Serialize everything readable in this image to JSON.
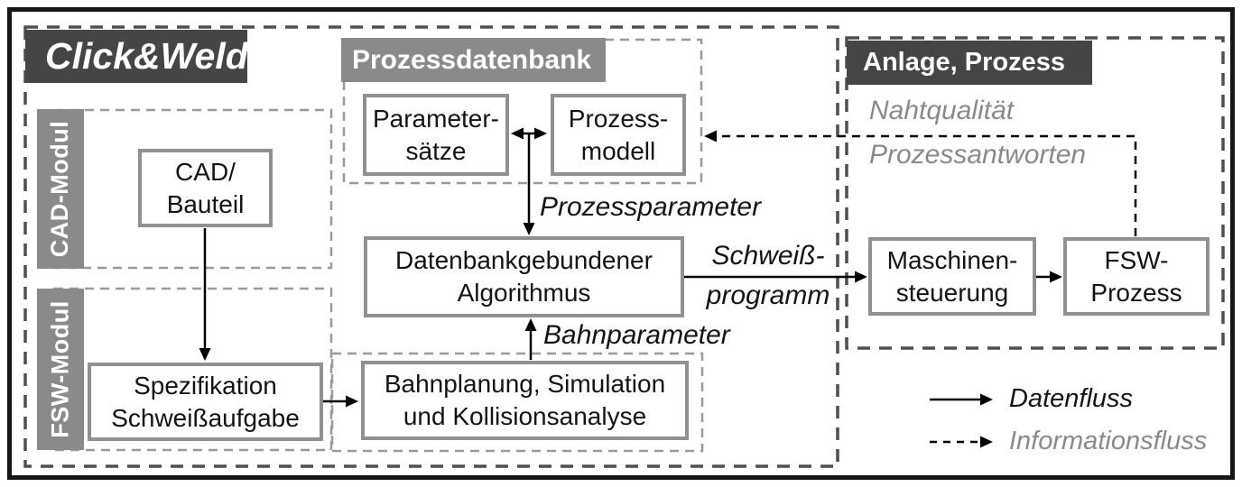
{
  "titles": {
    "clickweld": "Click&Weld",
    "prozessdatenbank": "Prozessdatenbank",
    "anlage": "Anlage, Prozess",
    "cad_modul": "CAD-Modul",
    "fsw_modul": "FSW-Modul"
  },
  "boxes": {
    "cad_bauteil": {
      "line1": "CAD/",
      "line2": "Bauteil"
    },
    "spezifikation": {
      "line1": "Spezifikation",
      "line2": "Schweißaufgabe"
    },
    "parametersaetze": {
      "line1": "Parameter-",
      "line2": "sätze"
    },
    "prozessmodell": {
      "line1": "Prozess-",
      "line2": "modell"
    },
    "datenbank_algorithmus": {
      "line1": "Datenbankgebundener",
      "line2": "Algorithmus"
    },
    "bahnplanung": {
      "line1": "Bahnplanung, Simulation",
      "line2": "und Kollisionsanalyse"
    },
    "maschinensteuerung": {
      "line1": "Maschinen-",
      "line2": "steuerung"
    },
    "fsw_prozess": {
      "line1": "FSW-",
      "line2": "Prozess"
    }
  },
  "flow_labels": {
    "prozessparameter": "Prozessparameter",
    "schweissprogramm_line1": "Schweiß-",
    "schweissprogramm_line2": "programm",
    "bahnparameter": "Bahnparameter",
    "nahtqualitaet": "Nahtqualität",
    "prozessantworten": "Prozessantworten"
  },
  "legend": {
    "datenfluss": "Datenfluss",
    "informationsfluss": "Informationsfluss"
  },
  "colors": {
    "dark_header": "#454545",
    "gray_header": "#8a8a8a",
    "box_border": "#909090",
    "gray_text": "#8a8a8a",
    "outer_dash": "#4f4f4f",
    "inner_dash": "#9a9a9a",
    "flow_black": "#000000"
  }
}
